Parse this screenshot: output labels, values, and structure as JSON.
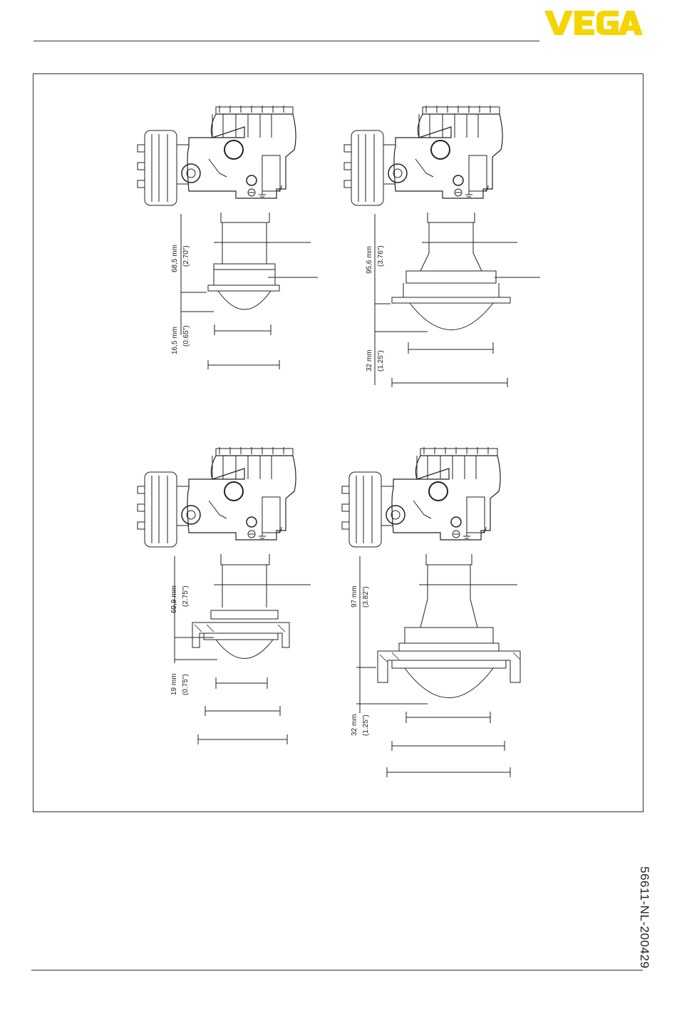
{
  "header": {
    "logo_text": "VEGA",
    "brand_color": "#f5d400"
  },
  "document_code": "56611-NL-200429",
  "drawings": [
    {
      "id": "a",
      "dim_top_mm": "68,5 mm",
      "dim_top_in": "(2.70\")",
      "dim_bottom_mm": "16,5 mm",
      "dim_bottom_in": "(0.65\")"
    },
    {
      "id": "b",
      "dim_top_mm": "95,6 mm",
      "dim_top_in": "(3.76\")",
      "dim_bottom_mm": "32 mm",
      "dim_bottom_in": "(1.25\")"
    },
    {
      "id": "c",
      "dim_top_mm": "69,9 mm",
      "dim_top_in": "(2.75\")",
      "dim_bottom_mm": "19 mm",
      "dim_bottom_in": "(0.75\")"
    },
    {
      "id": "d",
      "dim_top_mm": "97 mm",
      "dim_top_in": "(3.82\")",
      "dim_bottom_mm": "32 mm",
      "dim_bottom_in": "(1.25\")"
    }
  ]
}
